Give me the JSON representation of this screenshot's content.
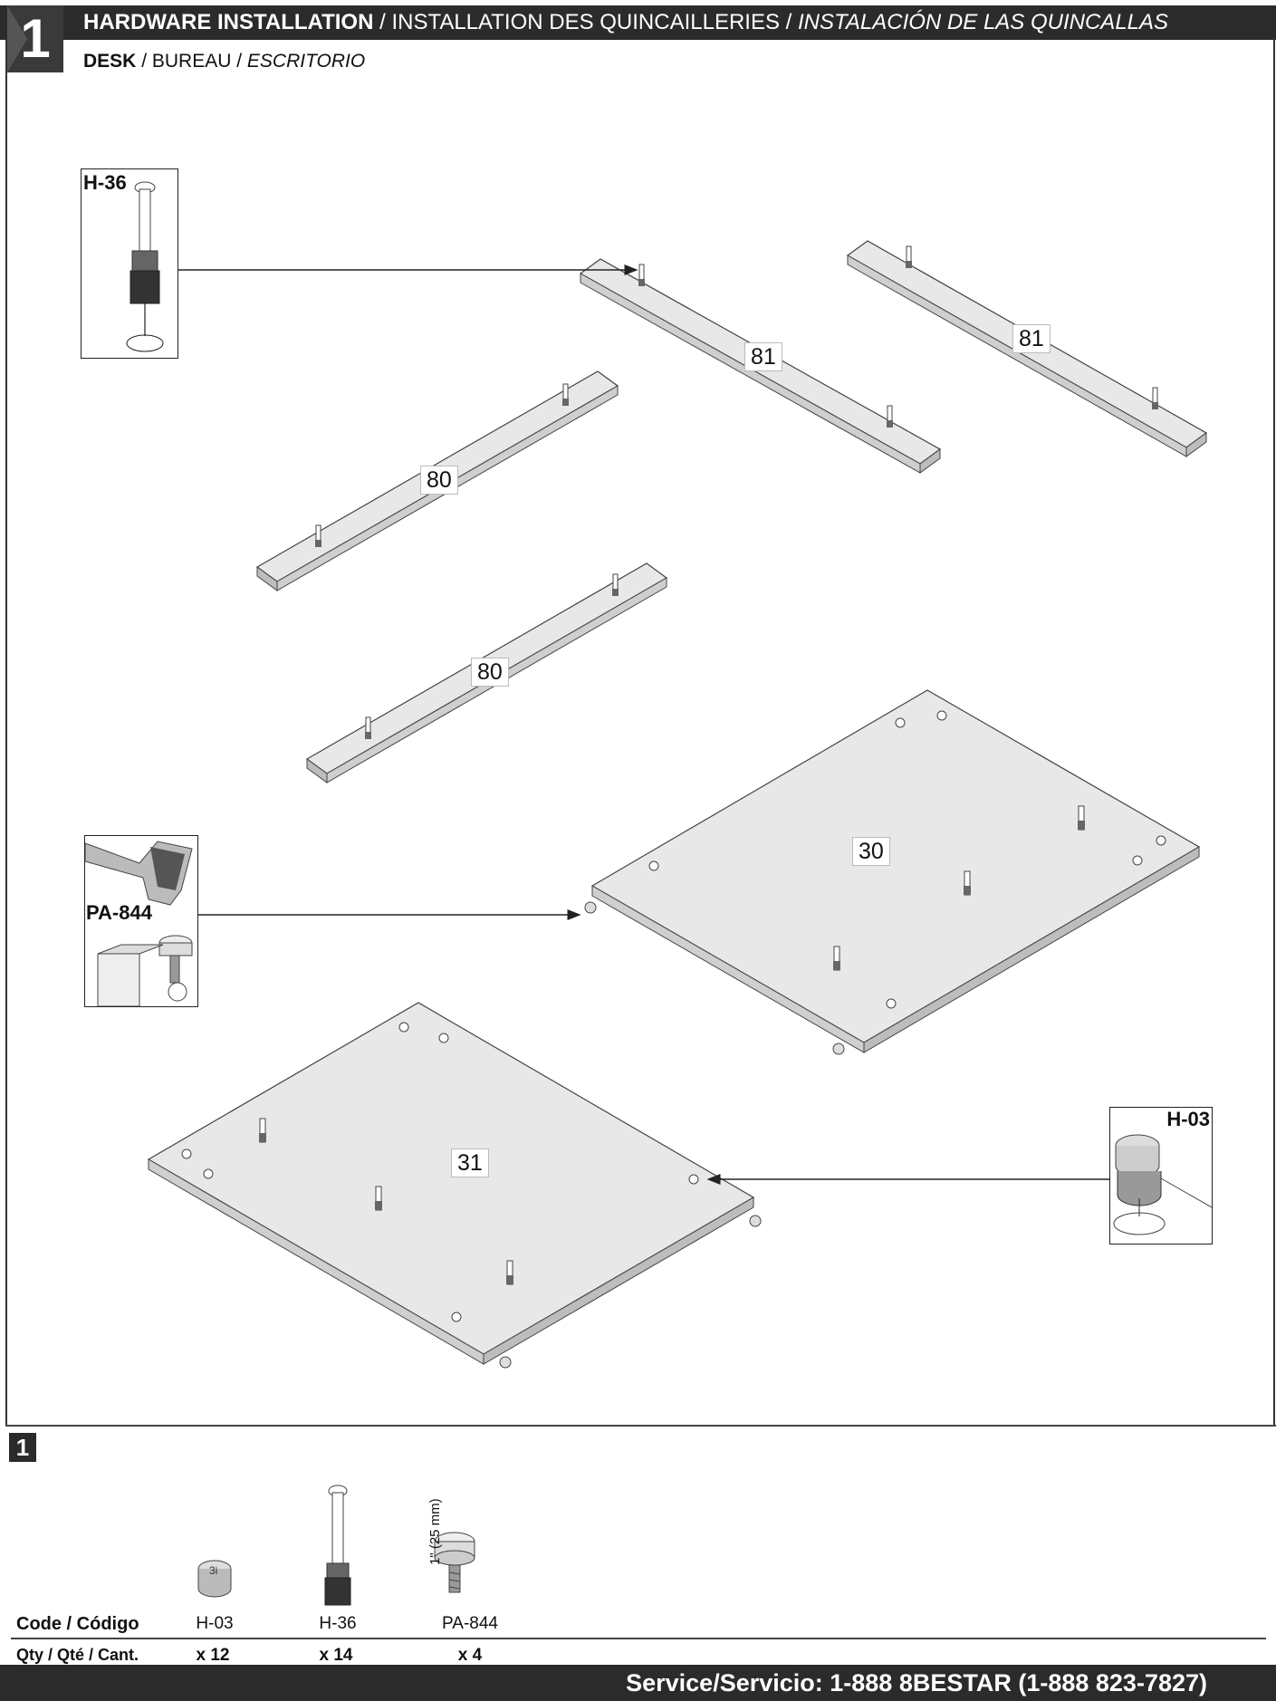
{
  "header": {
    "step": "1",
    "title_en": "HARDWARE INSTALLATION",
    "title_fr": "INSTALLATION DES QUINCAILLERIES",
    "title_es": "INSTALACIÓN DE LAS QUINCALLAS",
    "separator": " / "
  },
  "subheader": {
    "en": "DESK",
    "fr": "BUREAU",
    "es": "ESCRITORIO"
  },
  "parts": {
    "p81a": "81",
    "p81b": "81",
    "p80a": "80",
    "p80b": "80",
    "p30": "30",
    "p31": "31"
  },
  "callouts": {
    "h36": "H-36",
    "pa844": "PA-844",
    "h03": "H-03"
  },
  "hardware": {
    "step": "1",
    "code_label": "Code / Código",
    "qty_label": "Qty / Qté / Cant.",
    "dimension_label": "1\" (25 mm)",
    "items": [
      {
        "code": "H-03",
        "qty": "x 12",
        "icon": "cam-lock-icon"
      },
      {
        "code": "H-36",
        "qty": "x 14",
        "icon": "cam-bolt-icon"
      },
      {
        "code": "PA-844",
        "qty": "x 4",
        "icon": "glide-icon"
      }
    ]
  },
  "footer": {
    "service_label": "Service/Servicio:",
    "phone": "1-888 8BESTAR (1-888 823-7827)"
  },
  "colors": {
    "bar": "#2b2b2b",
    "panel": "#e8e8e8",
    "panel_edge": "#cfcfcf",
    "line": "#333333"
  }
}
